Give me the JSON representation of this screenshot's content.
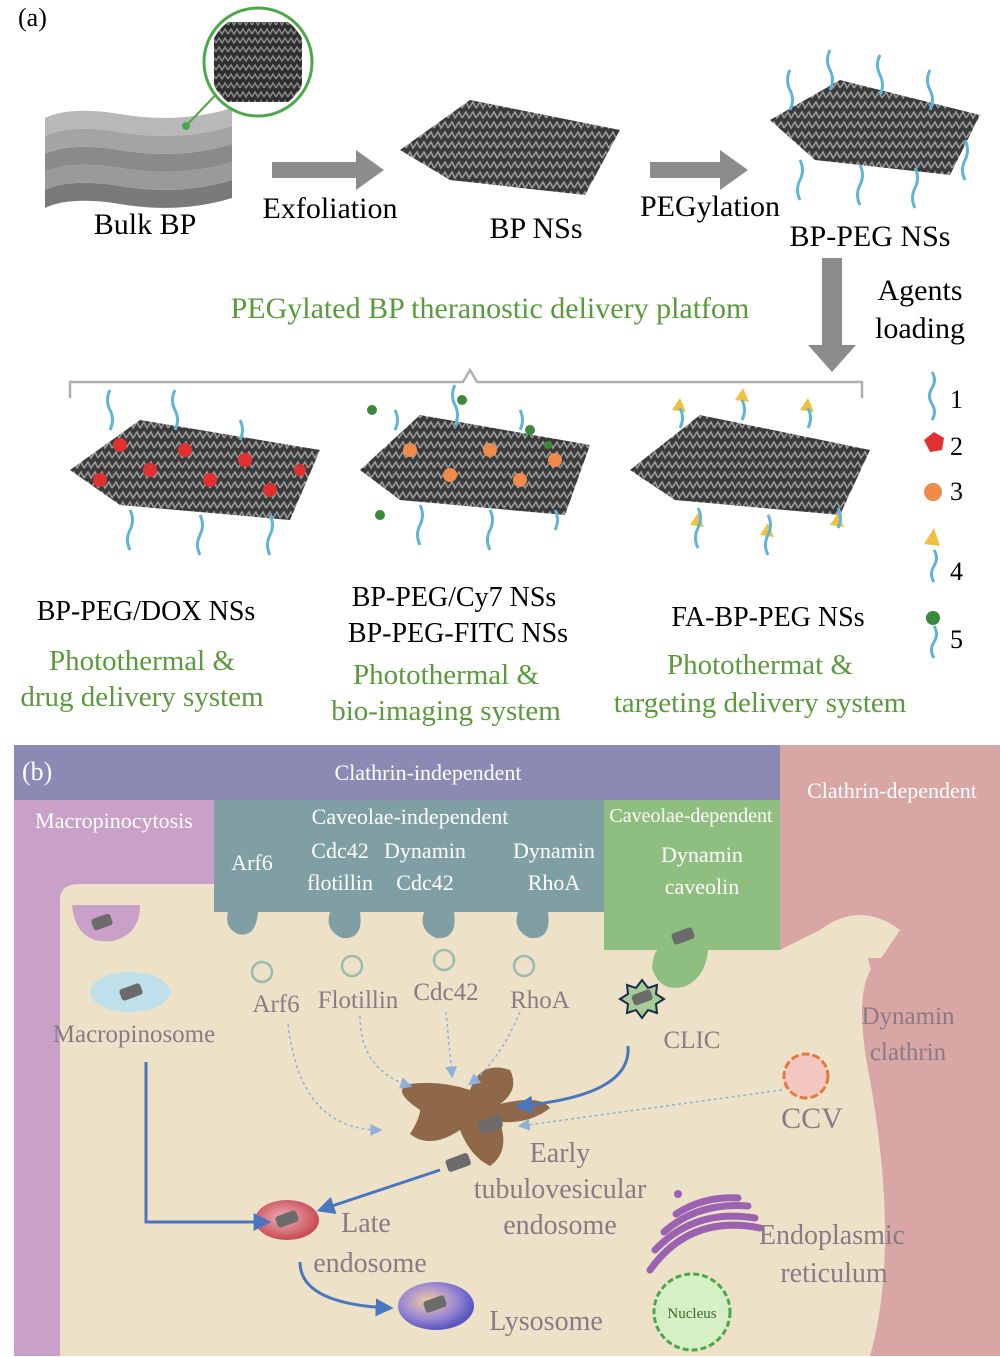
{
  "panel_a": {
    "panel_label": "(a)",
    "stages": {
      "bulk": "Bulk BP",
      "exfoliation": "Exfoliation",
      "nanosheets": "BP NSs",
      "pegylation": "PEGylation",
      "peg_nanosheets": "BP-PEG NSs",
      "agents_line1": "Agents",
      "agents_line2": "loading"
    },
    "platform_title": "PEGylated BP theranostic delivery platfom",
    "systems": [
      {
        "name": "BP-PEG/DOX NSs",
        "name2": "",
        "desc1": "Photothermal &",
        "desc2": "drug delivery system"
      },
      {
        "name": "BP-PEG/Cy7 NSs",
        "name2": "BP-PEG-FITC NSs",
        "desc1": "Photothermal &",
        "desc2": "bio-imaging system"
      },
      {
        "name": "FA-BP-PEG NSs",
        "name2": "",
        "desc1": "Photothermat &",
        "desc2": "targeting delivery system"
      }
    ],
    "legend": [
      "1",
      "2",
      "3",
      "4",
      "5"
    ],
    "colors": {
      "green_text": "#5a9a3c",
      "arrow": "#8c8c8c",
      "peg": "#5fb4d8",
      "dox": "#e03030",
      "cy7": "#f08a4a",
      "fa": "#f0c040",
      "fitc": "#3a8a3a"
    }
  },
  "panel_b": {
    "panel_label": "(b)",
    "headers": {
      "clathrin_independent": "Clathrin-independent",
      "clathrin_dependent": "Clathrin-dependent",
      "macropinocytosis": "Macropinocytosis",
      "caveolae_independent": "Caveolae-independent",
      "caveolae_dependent": "Caveolae-dependent"
    },
    "pathway_columns": [
      {
        "l1": "Arf6",
        "l2": ""
      },
      {
        "l1": "Cdc42",
        "l2": "flotillin"
      },
      {
        "l1": "Dynamin",
        "l2": "Cdc42"
      },
      {
        "l1": "Dynamin",
        "l2": "RhoA"
      }
    ],
    "caveolae_dep_lines": {
      "l1": "Dynamin",
      "l2": "caveolin"
    },
    "vesicles": {
      "macropinosome": "Macropinosome",
      "arf6": "Arf6",
      "flotillin": "Flotillin",
      "cdc42": "Cdc42",
      "rhoa": "RhoA",
      "clic": "CLIC",
      "dynamin": "Dynamin",
      "clathrin": "clathrin",
      "ccv": "CCV",
      "early1": "Early",
      "early2": "tubulovesicular",
      "early3": "endosome",
      "late1": "Late",
      "late2": "endosome",
      "lysosome": "Lysosome",
      "er1": "Endoplasmic",
      "er2": "reticulum",
      "nucleus": "Nucleus"
    },
    "colors": {
      "purple_band": "#8a8ab4",
      "pink_left": "#c9a0c8",
      "pink_right": "#d9a6a6",
      "teal": "#7f9fa4",
      "green": "#8fbf80",
      "cell": "#ede2c8",
      "label": "#8a7a86",
      "arrow": "#4a76c0"
    }
  }
}
